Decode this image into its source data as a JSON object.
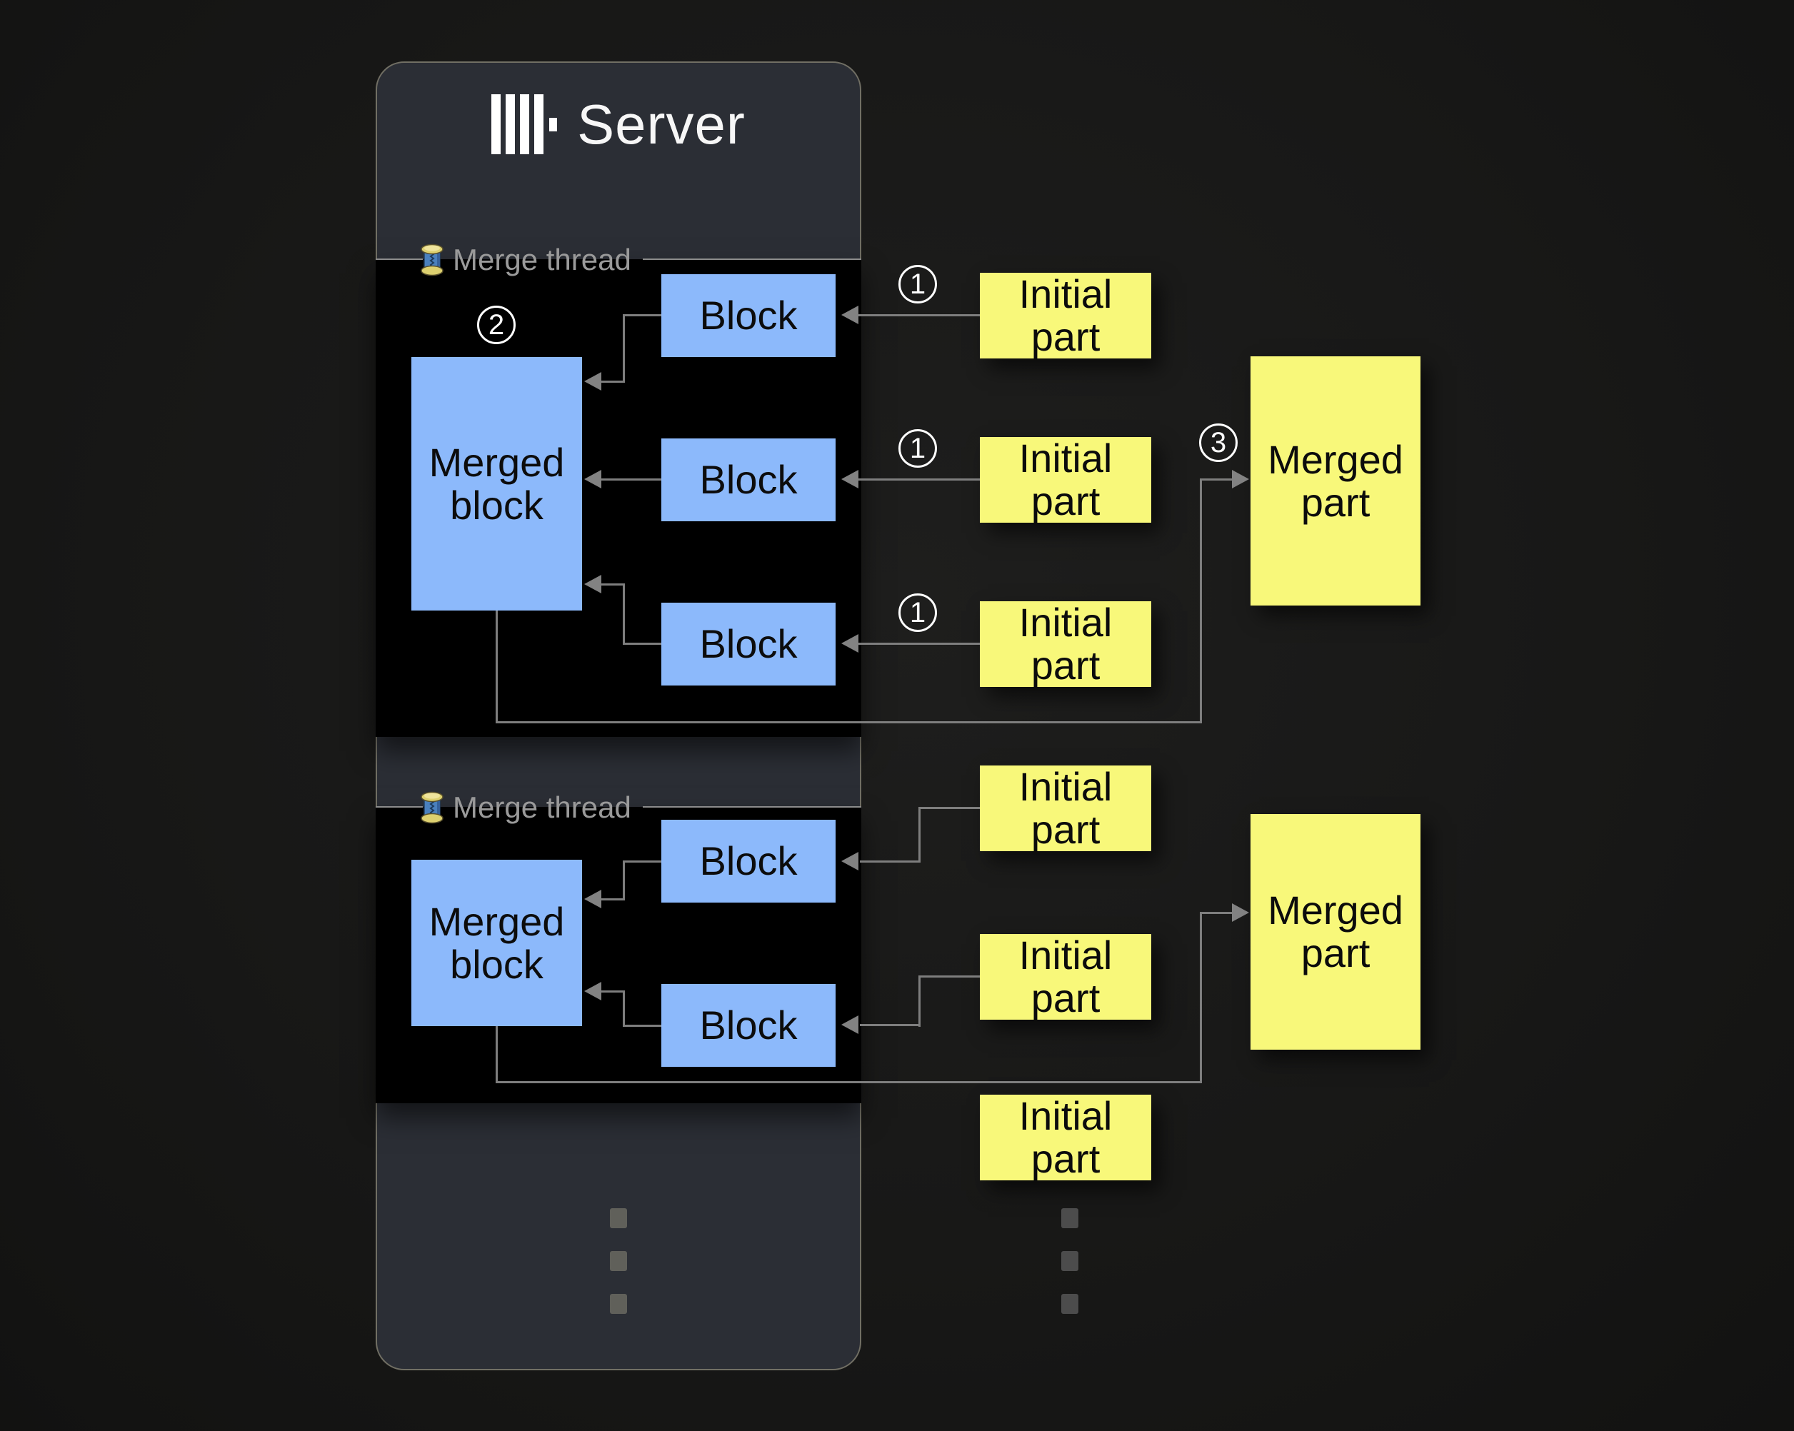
{
  "server": {
    "title": "Server"
  },
  "threads": [
    {
      "label": "Merge thread",
      "merged_block_label": "Merged block",
      "blocks": [
        "Block",
        "Block",
        "Block"
      ],
      "step": "2"
    },
    {
      "label": "Merge thread",
      "merged_block_label": "Merged block",
      "blocks": [
        "Block",
        "Block"
      ]
    }
  ],
  "initial_parts": [
    "Initial part",
    "Initial part",
    "Initial part",
    "Initial part",
    "Initial part",
    "Initial part"
  ],
  "merged_parts": [
    "Merged part",
    "Merged part"
  ],
  "step_labels": {
    "insert": "1",
    "merge": "2",
    "emit": "3"
  },
  "icons": [
    "clickhouse-logo",
    "thread-spool-icon"
  ],
  "colors": {
    "background": "#1a1a19",
    "panel": "#2b2e35",
    "panel_border": "#716f64",
    "section": "#000000",
    "block_blue": "#8cb9fb",
    "part_yellow": "#f8f87a",
    "connector_gray": "#7e7e7e",
    "legend_gray": "#9a9a9a",
    "text_dark": "#0c0c0c",
    "text_white": "#ffffff"
  }
}
